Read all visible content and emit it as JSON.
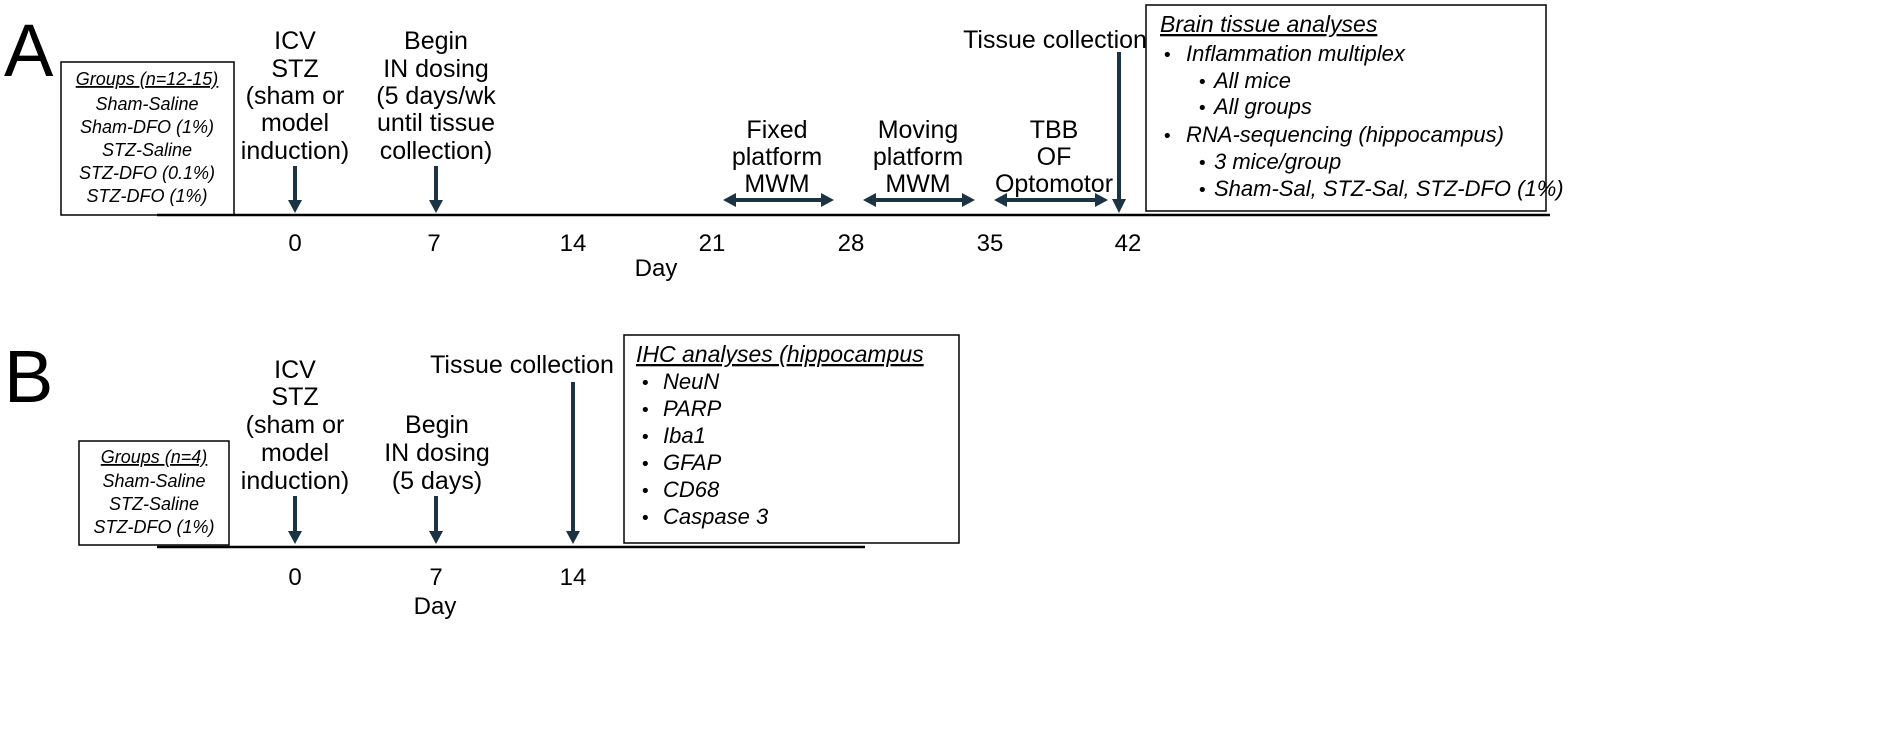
{
  "colors": {
    "arrow": "#1b3342",
    "axis": "#000000",
    "box_border": "#000000"
  },
  "panel_a": {
    "letter": "A",
    "groups_box": {
      "title": "Groups (n=12-15)",
      "items": [
        "Sham-Saline",
        "Sham-DFO (1%)",
        "STZ-Saline",
        "STZ-DFO (0.1%)",
        "STZ-DFO (1%)"
      ]
    },
    "ticks": [
      "0",
      "7",
      "14",
      "21",
      "28",
      "35",
      "42"
    ],
    "axis_label": "Day",
    "events": {
      "icv": [
        "ICV",
        "STZ",
        "(sham or",
        "model",
        "induction)"
      ],
      "dosing": [
        "Begin",
        "IN dosing",
        "(5 days/wk",
        "until tissue",
        "collection)"
      ],
      "tissue": "Tissue collection"
    },
    "ranges": {
      "fixed": [
        "Fixed",
        "platform",
        "MWM"
      ],
      "moving": [
        "Moving",
        "platform",
        "MWM"
      ],
      "tbb": [
        "TBB",
        "OF",
        "Optomotor"
      ]
    },
    "analysis_box": {
      "title": "Brain tissue analyses",
      "items": [
        {
          "text": "Inflammation multiplex",
          "level": 1
        },
        {
          "text": "All mice",
          "level": 2
        },
        {
          "text": "All groups",
          "level": 2
        },
        {
          "text": "RNA-sequencing (hippocampus)",
          "level": 1
        },
        {
          "text": "3 mice/group",
          "level": 2
        },
        {
          "text": "Sham-Sal, STZ-Sal, STZ-DFO (1%)",
          "level": 2
        }
      ]
    }
  },
  "panel_b": {
    "letter": "B",
    "groups_box": {
      "title": "Groups (n=4)",
      "items": [
        "Sham-Saline",
        "STZ-Saline",
        "STZ-DFO (1%)"
      ]
    },
    "ticks": [
      "0",
      "7",
      "14"
    ],
    "axis_label": "Day",
    "events": {
      "icv": [
        "ICV",
        "STZ",
        "(sham or",
        "model",
        "induction)"
      ],
      "dosing": [
        "Begin",
        "IN dosing",
        "(5 days)"
      ],
      "tissue": "Tissue collection"
    },
    "analysis_box": {
      "title": "IHC analyses (hippocampus",
      "items": [
        "NeuN",
        "PARP",
        "Iba1",
        "GFAP",
        "CD68",
        "Caspase 3"
      ]
    }
  }
}
